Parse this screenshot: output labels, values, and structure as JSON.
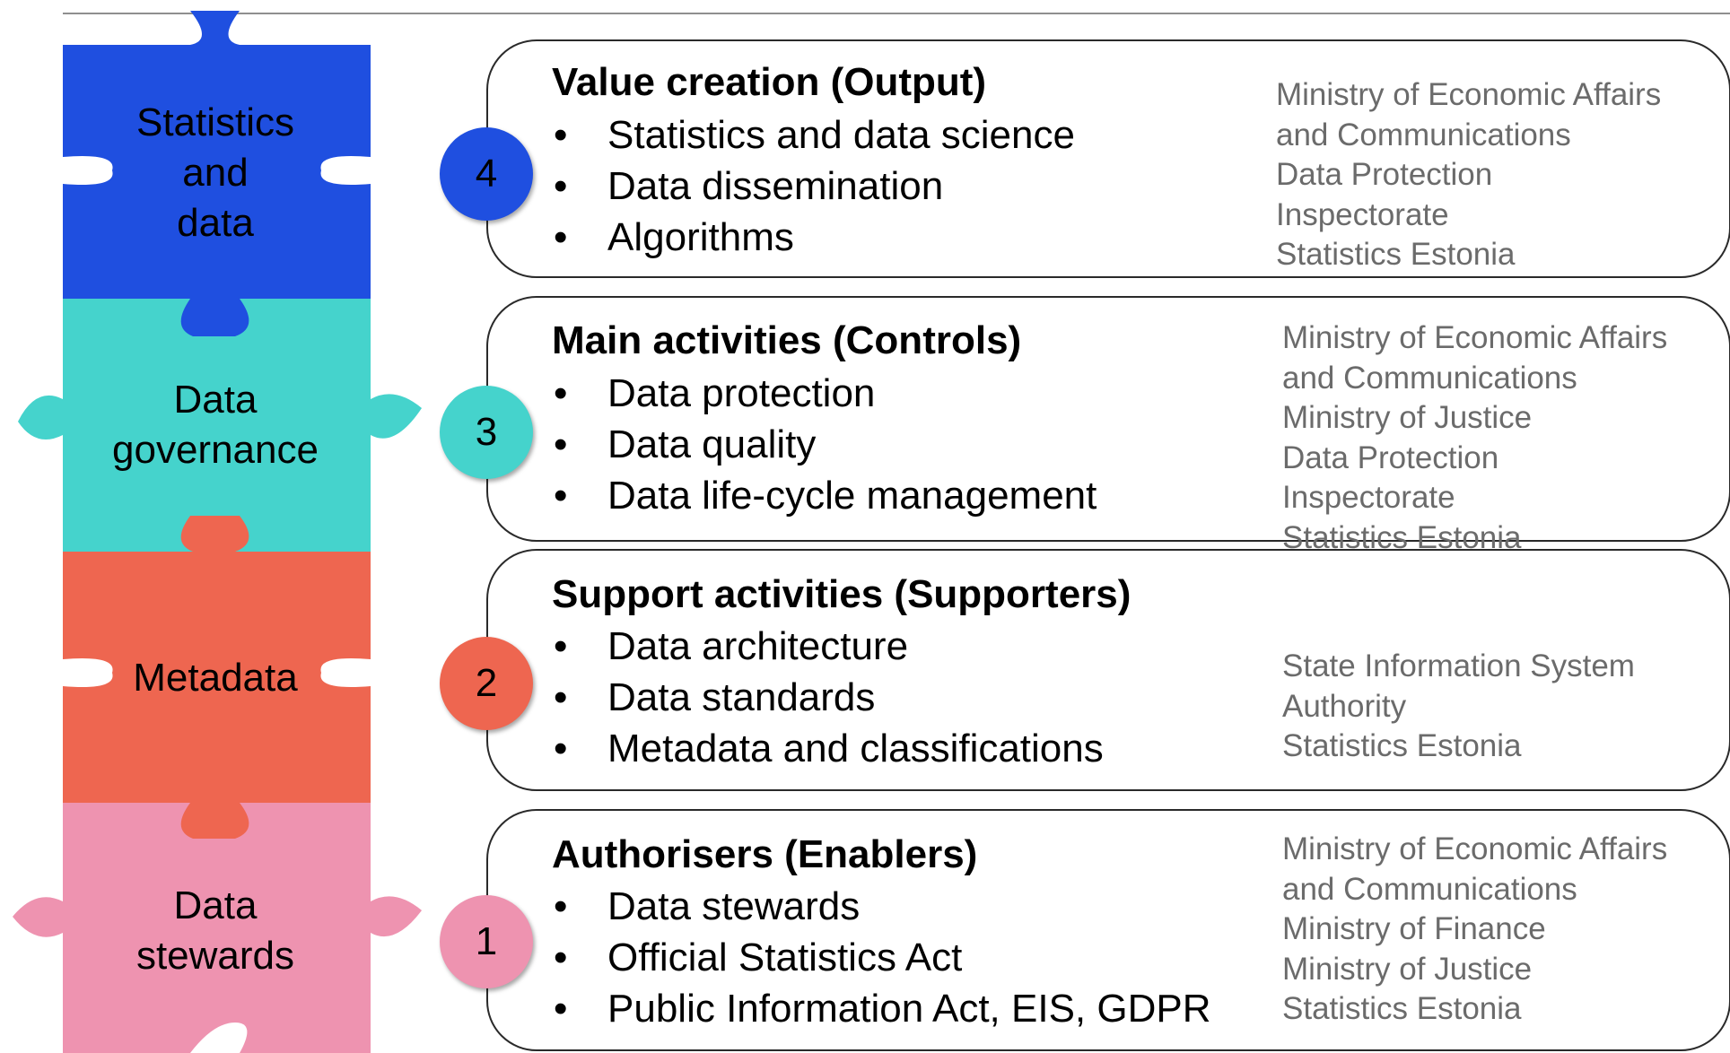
{
  "layers": [
    {
      "number": "4",
      "piece_label": [
        "Statistics",
        "and",
        "data"
      ],
      "piece_color": "#1f4fe0",
      "badge_color": "#1f4fe0",
      "title": "Value creation (Output)",
      "bullets": [
        "Statistics and data science",
        "Data dissemination",
        "Algorithms"
      ],
      "agencies": [
        "Ministry of Economic Affairs",
        "and Communications",
        "Data Protection",
        "Inspectorate",
        "Statistics Estonia"
      ]
    },
    {
      "number": "3",
      "piece_label": [
        "Data",
        "governance"
      ],
      "piece_color": "#45d3cc",
      "badge_color": "#45d3cc",
      "title": "Main activities (Controls)",
      "bullets": [
        "Data protection",
        "Data quality",
        "Data life-cycle management"
      ],
      "agencies": [
        "Ministry of Economic Affairs",
        "and Communications",
        "Ministry of Justice",
        "Data Protection",
        "Inspectorate",
        "Statistics Estonia"
      ]
    },
    {
      "number": "2",
      "piece_label": [
        "Metadata"
      ],
      "piece_color": "#ee6650",
      "badge_color": "#ee6650",
      "title": "Support activities (Supporters)",
      "bullets": [
        "Data architecture",
        "Data standards",
        "Metadata and classifications"
      ],
      "agencies": [
        "State Information System",
        "Authority",
        "Statistics Estonia"
      ]
    },
    {
      "number": "1",
      "piece_label": [
        "Data",
        "stewards"
      ],
      "piece_color": "#ee93b0",
      "badge_color": "#ee93b0",
      "title": "Authorisers (Enablers)",
      "bullets": [
        "Data stewards",
        "Official Statistics Act",
        "Public Information Act, EIS, GDPR"
      ],
      "agencies": [
        "Ministry of Economic Affairs",
        "and Communications",
        "Ministry of Finance",
        "Ministry of Justice",
        "Statistics Estonia"
      ]
    }
  ]
}
